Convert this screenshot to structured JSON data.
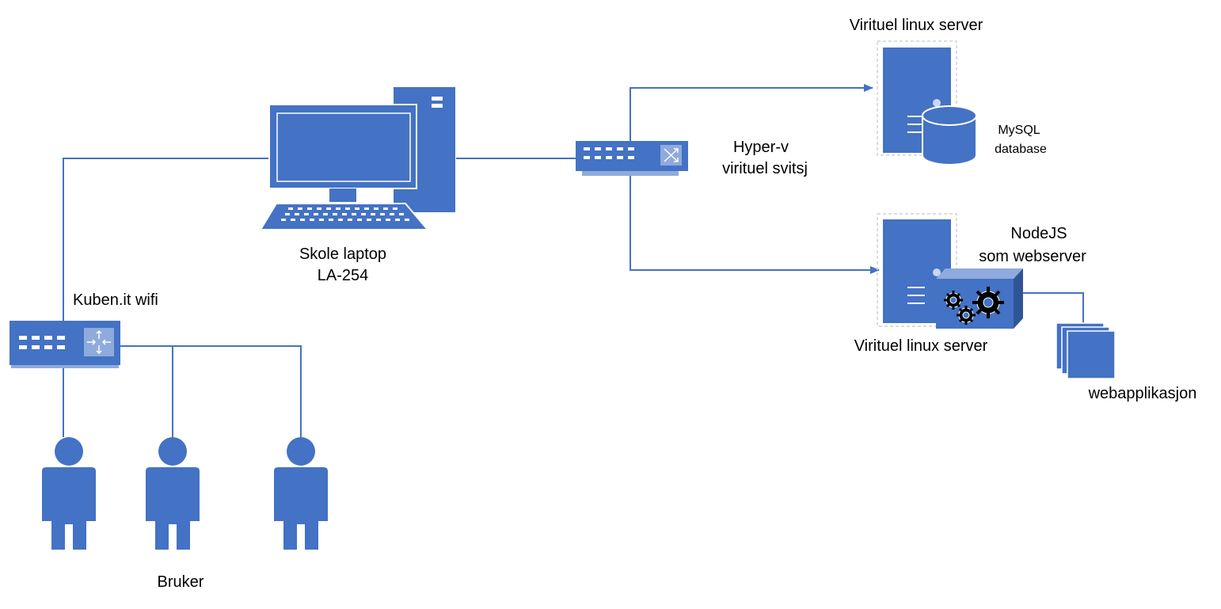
{
  "colors": {
    "primary": "#4472C4",
    "panel": "#8FAADC",
    "light": "#C9D6EE",
    "line": "#4472C4",
    "text": "#000000"
  },
  "labels": {
    "laptop": [
      "Skole laptop",
      "LA-254"
    ],
    "wifi": "Kuben.it wifi",
    "hyperv": [
      "Hyper-v",
      "virituel svitsj"
    ],
    "server_top": "Virituel linux server",
    "mysql": [
      "MySQL",
      "database"
    ],
    "nodejs": [
      "NodeJS",
      "som webserver"
    ],
    "server_bottom": "Virituel linux server",
    "webapp": "webapplikasjon",
    "users": "Bruker"
  },
  "icons": {
    "laptop": "desktop-computer-icon",
    "wifi": "router-icon",
    "hyperv": "network-switch-icon",
    "server_top": "server-icon",
    "database": "database-icon",
    "server_bottom": "server-icon",
    "nodejs": "gear-box-icon",
    "webapp": "stacked-pages-icon",
    "user": "user-icon"
  }
}
